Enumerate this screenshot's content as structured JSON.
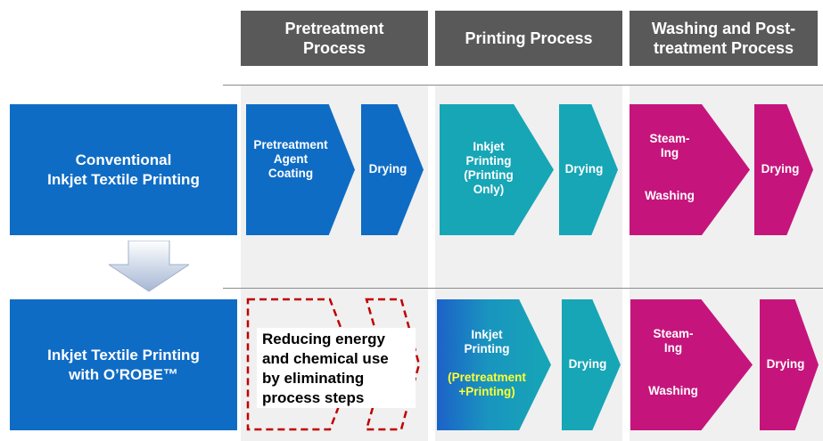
{
  "headers": {
    "pretreatment": "Pretreatment\nProcess",
    "printing": "Printing Process",
    "washing": "Washing and Post-\ntreatment Process"
  },
  "rows": {
    "conventional": {
      "label": "Conventional\nInkjet Textile Printing",
      "steps": {
        "pretreatment_coating": "Pretreatment\nAgent\nCoating",
        "drying_1": "Drying",
        "inkjet": "Inkjet\nPrinting\n(Printing\nOnly)",
        "drying_2": "Drying",
        "steaming": "Steam-\nIng",
        "washing": "Washing",
        "drying_3": "Drying"
      }
    },
    "orobe": {
      "label": "Inkjet Textile Printing\nwith O’ROBE™",
      "callout": "Reducing energy\nand chemical use\nby eliminating\nprocess steps",
      "steps": {
        "inkjet": "Inkjet\nPrinting",
        "inkjet_highlight": "(Pretreatment\n+Printing)",
        "drying_1": "Drying",
        "steaming": "Steam-\nIng",
        "washing": "Washing",
        "drying_2": "Drying"
      }
    }
  },
  "colors": {
    "header_bg": "#595959",
    "pretreatment_blue": "#0f6cc5",
    "printing_teal": "#16a6b6",
    "washing_magenta": "#c5157c",
    "highlight_yellow": "#ffff33",
    "removed_steps_dash": "#c00000"
  }
}
